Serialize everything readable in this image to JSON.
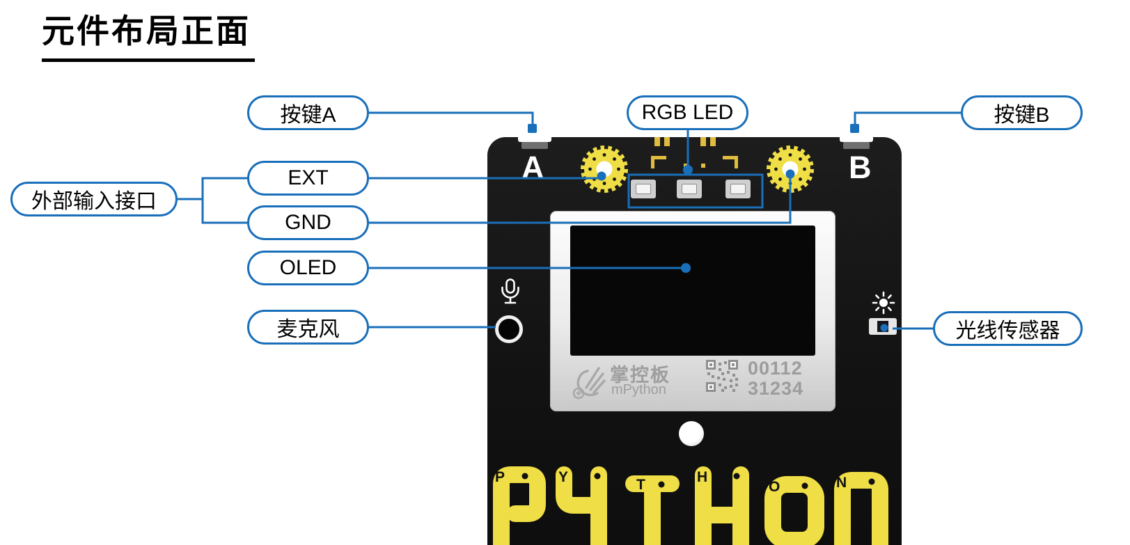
{
  "title": "元件布局正面",
  "colors": {
    "accent_blue": "#1A6FBA",
    "pad_yellow": "#EFDE45",
    "board_black": "#161616"
  },
  "labels": {
    "button_a": "按键A",
    "rgb_led": "RGB LED",
    "button_b": "按键B",
    "ext_input": "外部输入接口",
    "ext": "EXT",
    "gnd": "GND",
    "oled": "OLED",
    "mic": "麦克风",
    "light_sensor": "光线传感器"
  },
  "board": {
    "letter_a": "A",
    "letter_b": "B",
    "logo_cn": "掌控板",
    "logo_en": "mPython",
    "serial_line1": "00112",
    "serial_line2": "31234",
    "touch_letters": [
      "P",
      "Y",
      "T",
      "H",
      "O",
      "N"
    ]
  },
  "icons": {
    "mic": "microphone-icon",
    "light": "sun-icon",
    "qr": "qr-code",
    "logo": "hand-logo-icon"
  }
}
